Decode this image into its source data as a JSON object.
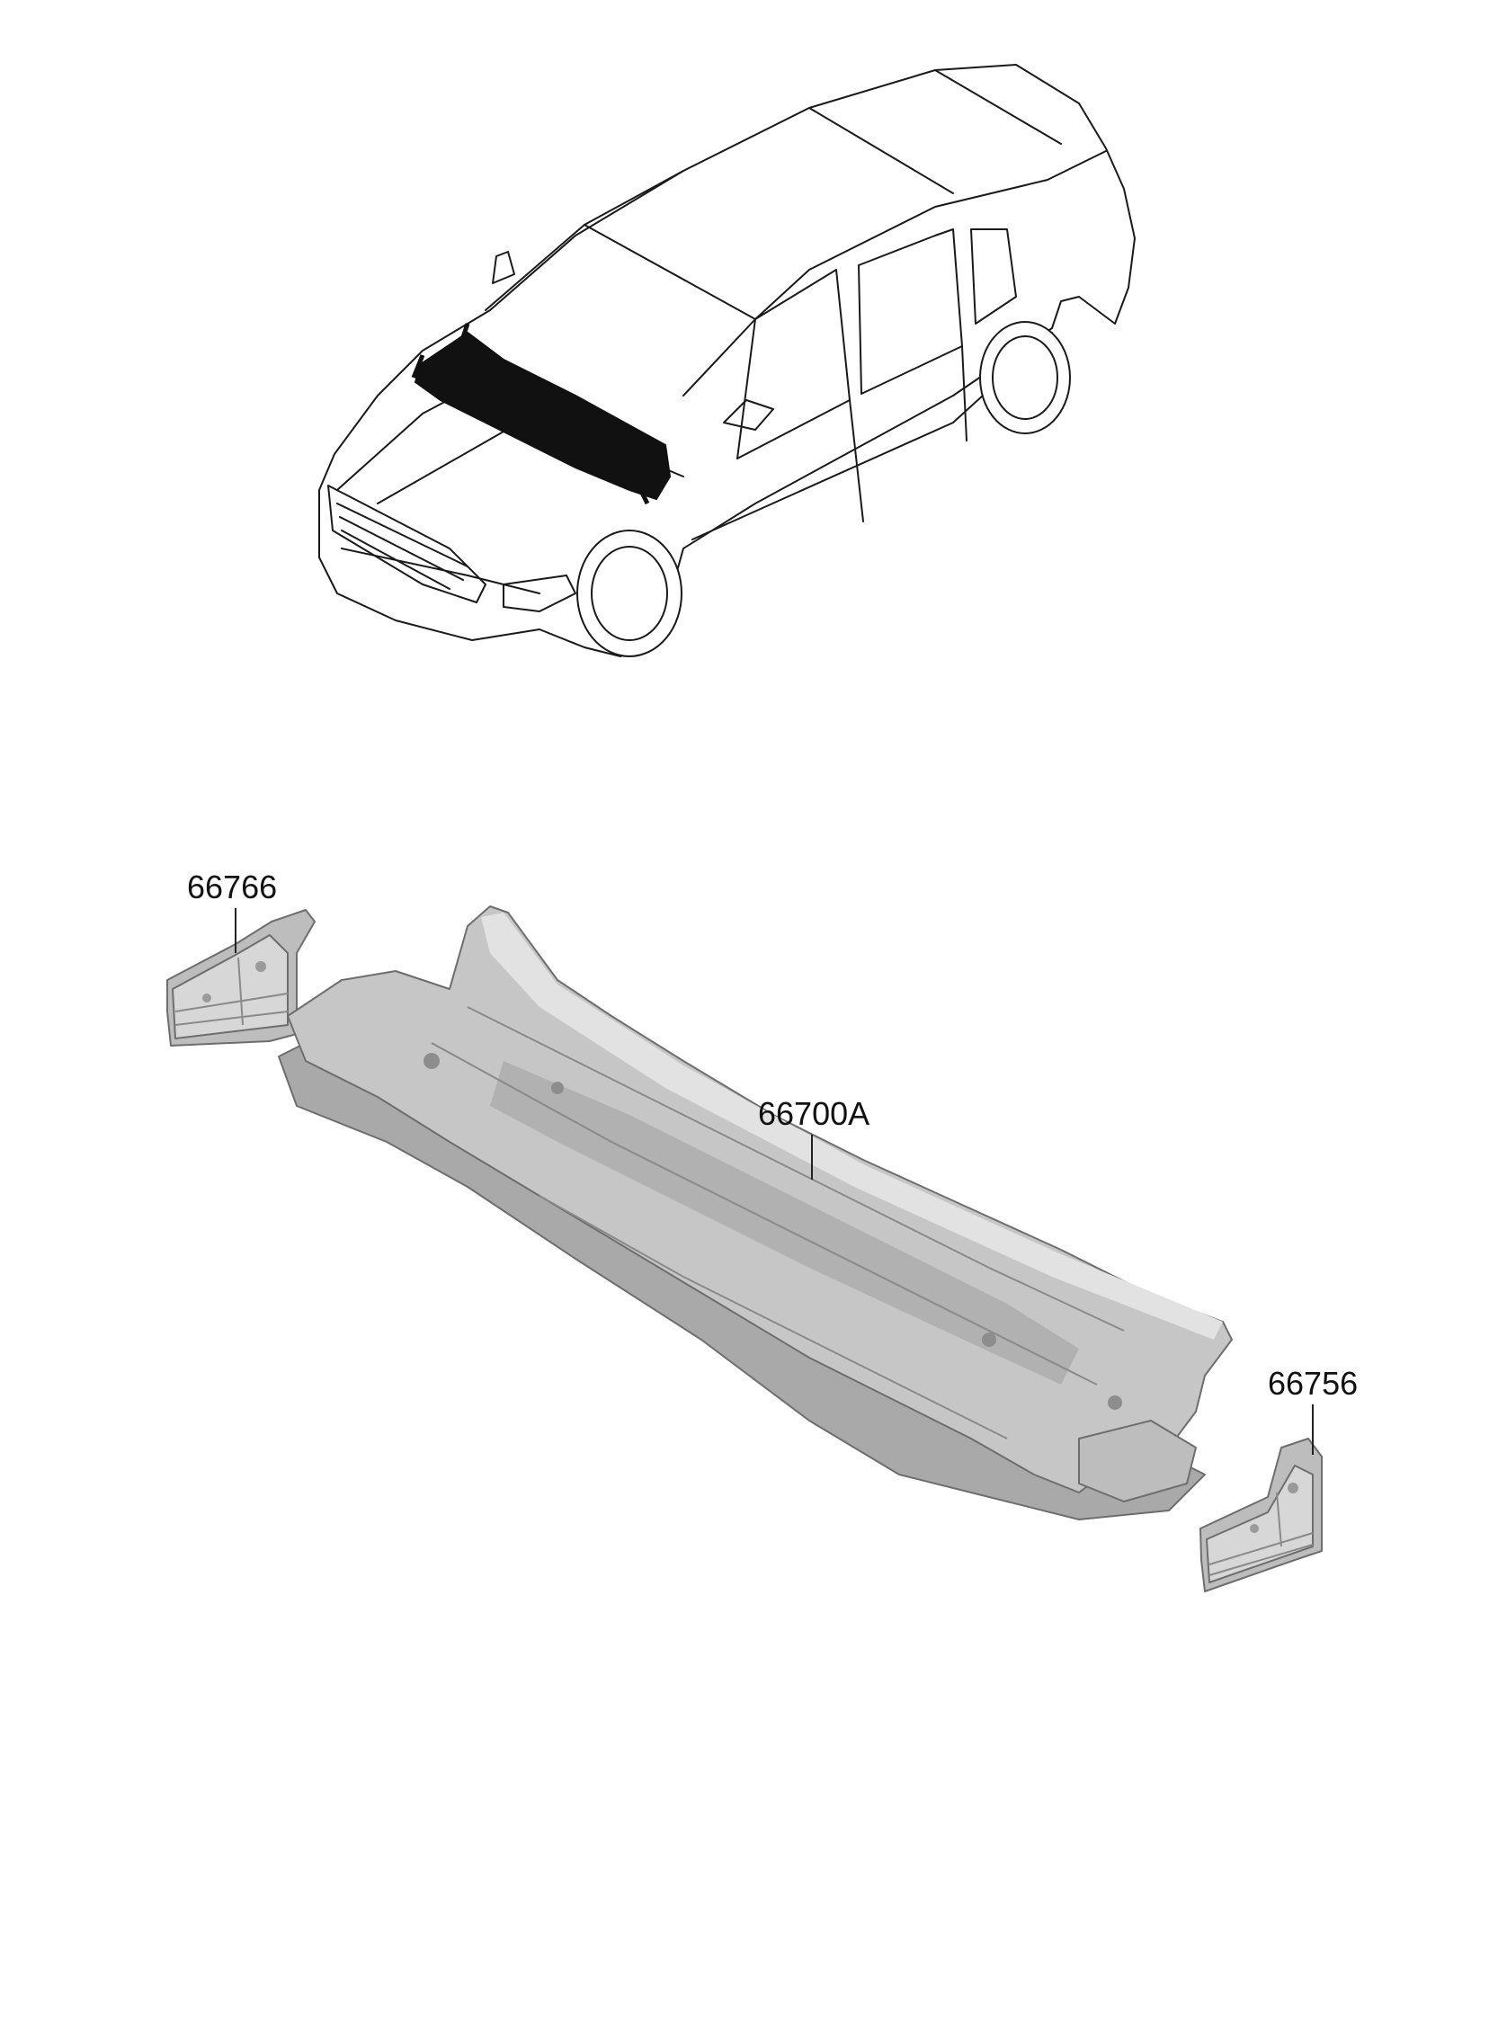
{
  "colors": {
    "part_light": "#d7d7d7",
    "part_mid": "#bdbdbd",
    "part_dark": "#a3a3a3",
    "highlight": "#111111",
    "outline": "#1a1a1a"
  },
  "callouts": [
    {
      "id": "left-bracket",
      "label": "66766"
    },
    {
      "id": "cowl-panel",
      "label": "66700A"
    },
    {
      "id": "right-bracket",
      "label": "66756"
    }
  ]
}
